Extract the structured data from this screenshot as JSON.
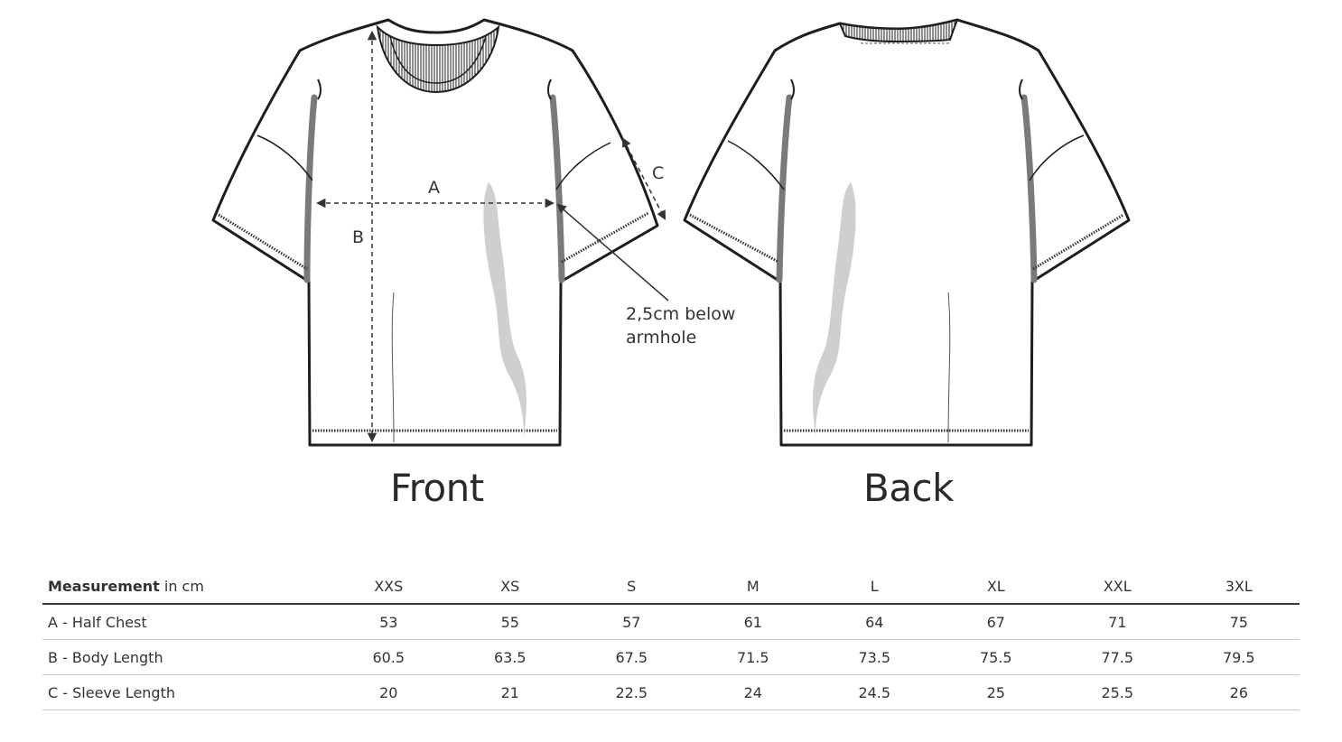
{
  "views": {
    "front_label": "Front",
    "back_label": "Back"
  },
  "dimensions": {
    "a": "A",
    "b": "B",
    "c": "C",
    "armhole_note_line1": "2,5cm below",
    "armhole_note_line2": "armhole"
  },
  "table": {
    "header_bold": "Measurement",
    "header_rest": " in cm",
    "sizes": [
      "XXS",
      "XS",
      "S",
      "M",
      "L",
      "XL",
      "XXL",
      "3XL"
    ],
    "rows": [
      {
        "label": "A - Half Chest",
        "values": [
          "53",
          "55",
          "57",
          "61",
          "64",
          "67",
          "71",
          "75"
        ]
      },
      {
        "label": "B - Body Length",
        "values": [
          "60.5",
          "63.5",
          "67.5",
          "71.5",
          "73.5",
          "75.5",
          "77.5",
          "79.5"
        ]
      },
      {
        "label": "C - Sleeve Length",
        "values": [
          "20",
          "21",
          "22.5",
          "24",
          "24.5",
          "25",
          "25.5",
          "26"
        ]
      }
    ]
  },
  "colors": {
    "outline": "#1e1e1e",
    "side_shadow": "#7a7a7a",
    "fold_shadow": "#cfcfcf"
  }
}
